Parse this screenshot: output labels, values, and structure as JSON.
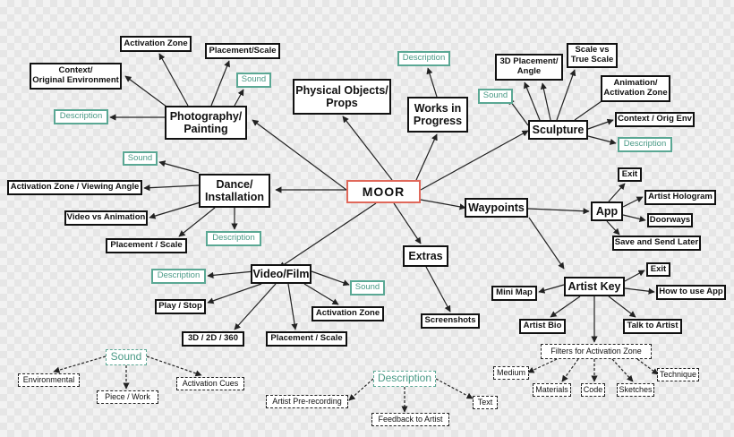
{
  "nodes": {
    "center": "MOOR",
    "photo": "Photography/\nPainting",
    "activation1": "Activation Zone",
    "placement1": "Placement/Scale",
    "context1": "Context/\nOriginal Environment",
    "sound1": "Sound",
    "desc1": "Description",
    "physical": "Physical Objects/\nProps",
    "desc2": "Description",
    "works": "Works in\nProgress",
    "placement3d": "3D Placement/\nAngle",
    "scalevs": "Scale vs\nTrue Scale",
    "sound2": "Sound",
    "anim": "Animation/\nActivation Zone",
    "sculpture": "Sculpture",
    "contextorig": "Context / Orig Env",
    "desc3": "Description",
    "sound3": "Sound",
    "dance": "Dance/\nInstallation",
    "actview": "Activation Zone / Viewing Angle",
    "videovs": "Video vs Animation",
    "placement2": "Placement / Scale",
    "desc4": "Description",
    "waypoints": "Waypoints",
    "app": "App",
    "exit1": "Exit",
    "hologram": "Artist Hologram",
    "doorways": "Doorways",
    "savesend": "Save and Send Later",
    "desc5": "Description",
    "video": "Video/Film",
    "sound4": "Sound",
    "playstop": "Play / Stop",
    "actzone2": "Activation Zone",
    "dims": "3D / 2D / 360",
    "placement3": "Placement / Scale",
    "extras": "Extras",
    "screenshots": "Screenshots",
    "artistkey": "Artist Key",
    "exit2": "Exit",
    "minimap": "Mini Map",
    "howto": "How to use App",
    "artistbio": "Artist Bio",
    "talk": "Talk to Artist",
    "filters": "Filters for Activation Zone",
    "medium": "Medium",
    "technique": "Technique",
    "materials": "Materials",
    "code": "Code",
    "sketches": "Sketches",
    "soundbot": "Sound",
    "environmental": "Environmental",
    "piece": "Piece / Work",
    "actcues": "Activation Cues",
    "descbot": "Description",
    "prerec": "Artist Pre-recording",
    "text": "Text",
    "feedback": "Feedback to Artist"
  }
}
